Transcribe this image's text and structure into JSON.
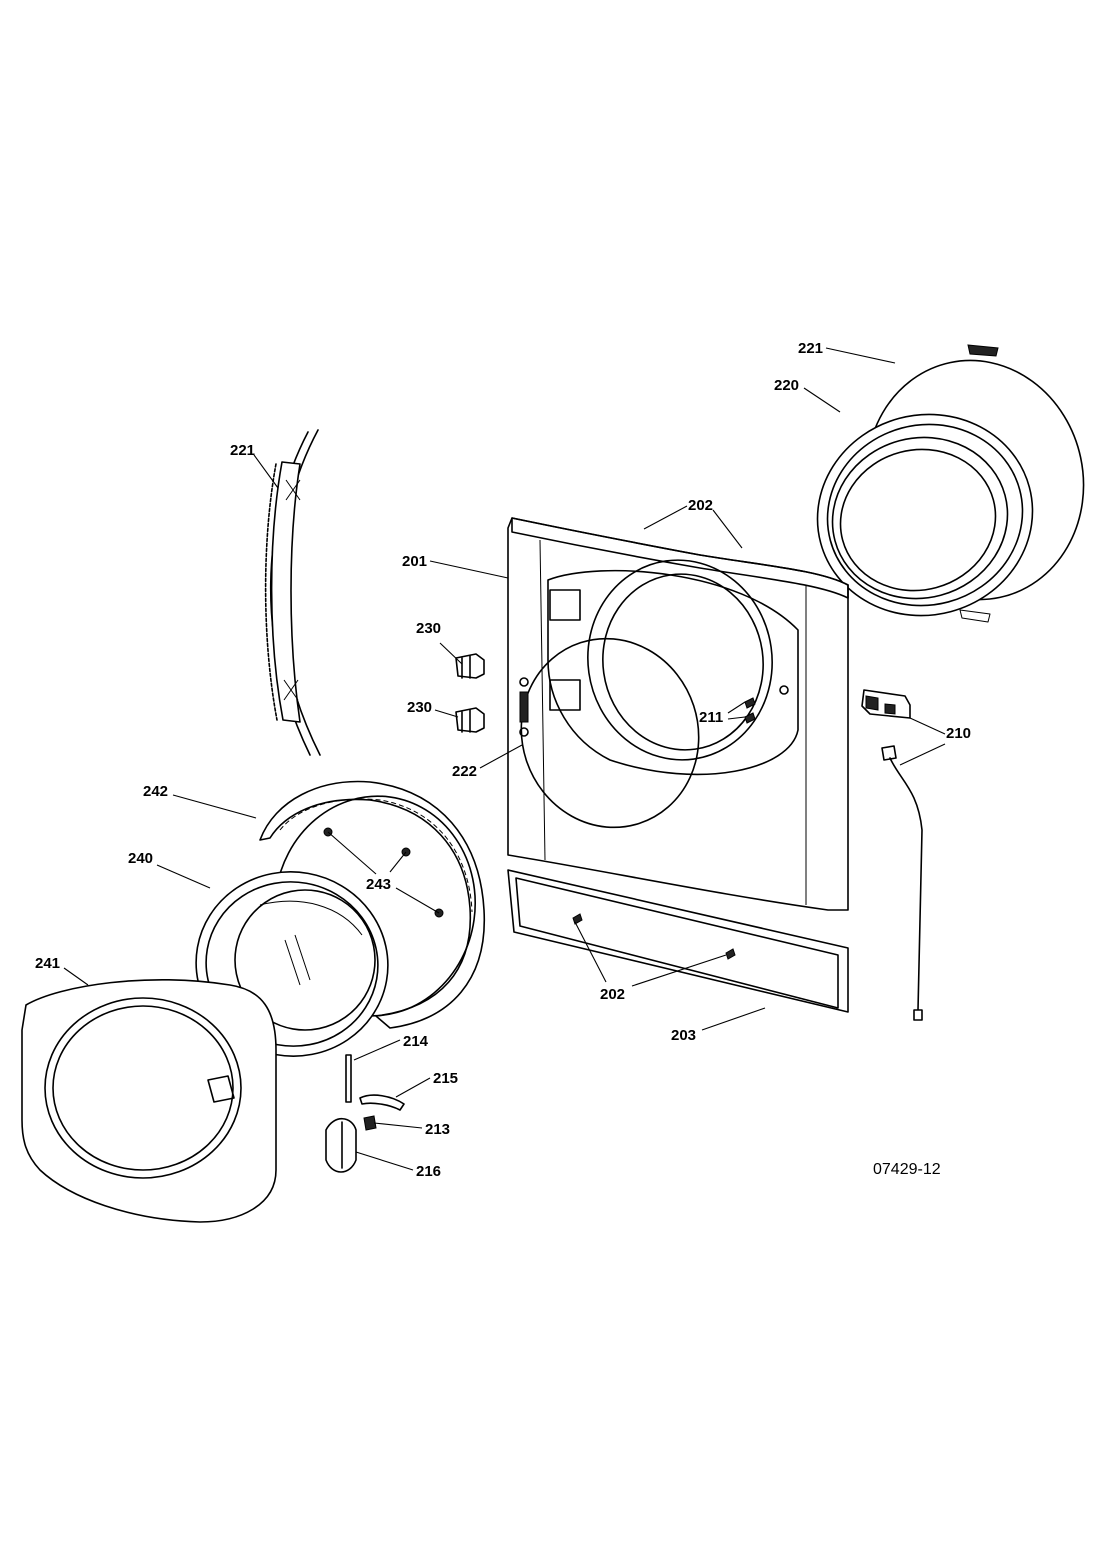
{
  "diagram": {
    "reference_code": "07429-12",
    "callouts": {
      "c221_top": "221",
      "c220": "220",
      "c221_left": "221",
      "c202_top": "202",
      "c201": "201",
      "c230_a": "230",
      "c230_b": "230",
      "c211": "211",
      "c210": "210",
      "c222": "222",
      "c242": "242",
      "c240": "240",
      "c243": "243",
      "c241": "241",
      "c202_bottom": "202",
      "c203": "203",
      "c214": "214",
      "c215": "215",
      "c213": "213",
      "c216": "216"
    }
  }
}
